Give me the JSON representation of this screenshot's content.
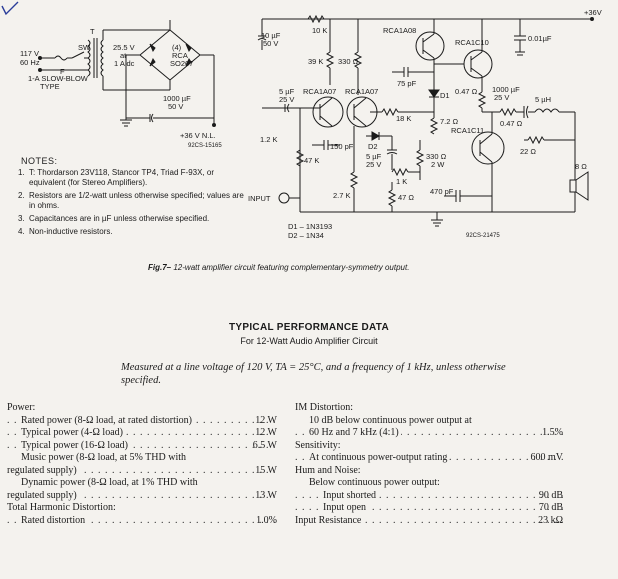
{
  "schematic": {
    "supply_labels": {
      "mains": "117 V",
      "freq": "60 Hz",
      "fuse": "F",
      "switch": "SW",
      "fuse_type_1": "1-A SLOW-BLOW",
      "fuse_type_2": "TYPE",
      "transformer": "T",
      "sec_v": "25.5 V",
      "sec_at": "at",
      "sec_a": "1 A dc",
      "rect_count": "(4)",
      "rect_type1": "RCA",
      "rect_type2": "SO267",
      "filter_c1": "1000 µF",
      "filter_c2": "50 V",
      "nl": "+36 V N.L.",
      "code1": "92CS-15165"
    },
    "amp_labels": {
      "c_in1": "10 µF",
      "c_in2": "50 V",
      "r_10k": "10 K",
      "q8": "RCA1A08",
      "q10": "RCA1C10",
      "vplus": "+36V",
      "c_001": "0.01µF",
      "r39k": "39 K",
      "r330a": "330 Ω",
      "c5a1": "5 µF",
      "c5a2": "25 V",
      "q7a": "RCA1A07",
      "q7b": "RCA1A07",
      "c75p": "75 pF",
      "d1": "D1",
      "r047a": "0.47 Ω",
      "c1000a": "1000 µF",
      "c1000b": "25 V",
      "l5u": "5 µH",
      "r12k": "1.2 K",
      "r18k": "18 K",
      "r72": "7.2 Ω",
      "q11": "RCA1C11",
      "r047b": "0.47 Ω",
      "d2": "D2",
      "c150p": "150 pF",
      "r47k": "47 K",
      "c5b1": "5 µF",
      "c5b2": "25 V",
      "r330b1": "330 Ω",
      "r330b2": "2 W",
      "r22": "22 Ω",
      "spk": "8 Ω",
      "r27k": "2.7 K",
      "r1k": "1 K",
      "c470p": "470 pF",
      "input": "INPUT",
      "r47": "47 Ω",
      "d1type": "D1 – 1N3193",
      "d2type": "D2 – 1N34",
      "code2": "92CS-21475"
    }
  },
  "notes": {
    "heading": "NOTES:",
    "items": [
      {
        "num": "1.",
        "text": "T: Thordarson 23V118, Stancor TP4, Triad F-93X, or equivalent (for Stereo Amplifiers)."
      },
      {
        "num": "2.",
        "text": "Resistors are 1/2-watt unless otherwise specified; values are in ohms."
      },
      {
        "num": "3.",
        "text": "Capacitances are in µF unless otherwise specified."
      },
      {
        "num": "4.",
        "text": "Non-inductive resistors."
      }
    ]
  },
  "caption": {
    "fignum": "Fig.7–",
    "text": "12-watt amplifier circuit featuring complementary-symmetry output."
  },
  "performance": {
    "title": "TYPICAL PERFORMANCE DATA",
    "subtitle": "For 12-Watt Audio Amplifier Circuit",
    "conditions": "Measured at a line voltage of 120 V, TA = 25°C, and a frequency of 1 kHz, unless otherwise specified.",
    "left": {
      "power_head": "Power:",
      "r1": {
        "label": "Rated power (8-Ω load, at rated distortion)",
        "value": "12 W"
      },
      "r2": {
        "label": "Typical power (4-Ω load)",
        "value": "12 W"
      },
      "r3": {
        "label": "Typical power (16-Ω load)",
        "value": "6.5 W"
      },
      "r4a": "Music power (8-Ω load, at 5% THD with",
      "r4": {
        "label": "regulated supply)",
        "value": "15 W"
      },
      "r5a": "Dynamic power (8-Ω load, at 1% THD with",
      "r5": {
        "label": "regulated supply)",
        "value": "13 W"
      },
      "thd_head": "Total Harmonic Distortion:",
      "r6": {
        "label": "Rated distortion",
        "value": "1.0%"
      }
    },
    "right": {
      "im_head": "IM Distortion:",
      "r1a": "10 dB below continuous power output at",
      "r1": {
        "label": "60 Hz and 7 kHz (4:1)",
        "value": "1.5%"
      },
      "sens_head": "Sensitivity:",
      "r2": {
        "label": "At continuous power-output rating",
        "value": "600 mV"
      },
      "hum_head": "Hum and Noise:",
      "r3a": "Below continuous power output:",
      "r3": {
        "label": "Input shorted",
        "value": "90 dB"
      },
      "r4": {
        "label": "Input open",
        "value": "70 dB"
      },
      "r5": {
        "label": "Input Resistance",
        "value": "23 kΩ"
      }
    }
  }
}
